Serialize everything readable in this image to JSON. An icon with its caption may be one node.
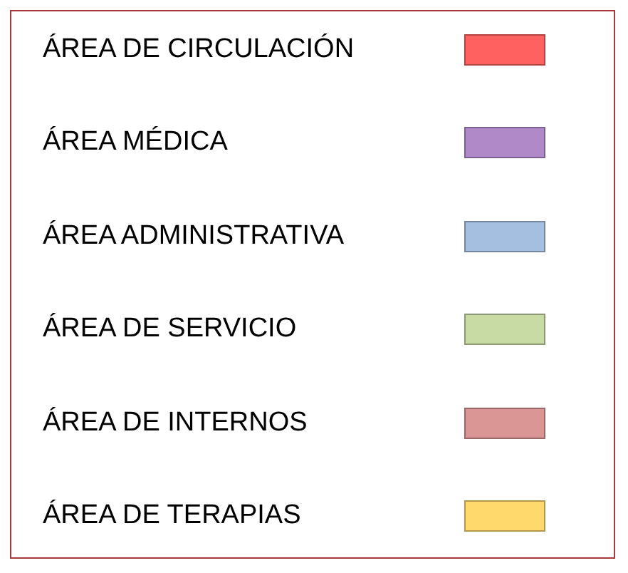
{
  "diagram": {
    "legend": [
      {
        "text": "ÁREA DE CIRCULACIÓN",
        "color": "#ff6161"
      },
      {
        "text": "ÁREA MÉDICA",
        "color": "#b08ac8"
      },
      {
        "text": "ÁREA ADMINISTRATIVA",
        "color": "#a5bfe0"
      },
      {
        "text": "ÁREA DE SERVICIO",
        "color": "#c9dba4"
      },
      {
        "text": "ÁREA DE INTERNOS",
        "color": "#d99694"
      },
      {
        "text": "ÁREA DE TERAPIAS",
        "color": "#ffd96b"
      }
    ]
  }
}
